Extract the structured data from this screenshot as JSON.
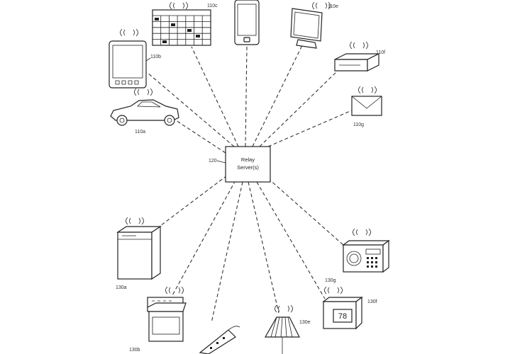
{
  "server": {
    "ref": "120",
    "line1": "Relay",
    "line2": "Server(s)"
  },
  "devices": {
    "car": {
      "ref": "110a",
      "icon": "car-icon"
    },
    "tablet": {
      "ref": "110b",
      "icon": "tablet-icon"
    },
    "calendar": {
      "ref": "110c",
      "icon": "calendar-icon"
    },
    "phone": {
      "ref": "",
      "icon": "smartphone-icon"
    },
    "monitor": {
      "ref": "110e",
      "icon": "monitor-icon"
    },
    "settop": {
      "ref": "110f",
      "icon": "set-top-box-icon"
    },
    "email": {
      "ref": "110g",
      "icon": "envelope-icon"
    },
    "dishwasher": {
      "ref": "130a",
      "icon": "dishwasher-icon"
    },
    "stove": {
      "ref": "130b",
      "icon": "stove-icon"
    },
    "lamp": {
      "ref": "130e",
      "icon": "lamp-icon"
    },
    "thermostat": {
      "ref": "130f",
      "icon": "thermostat-icon",
      "reading": "78"
    },
    "radio": {
      "ref": "130g",
      "icon": "radio-icon"
    },
    "powerstrip": {
      "ref": "",
      "icon": "power-strip-icon"
    }
  }
}
